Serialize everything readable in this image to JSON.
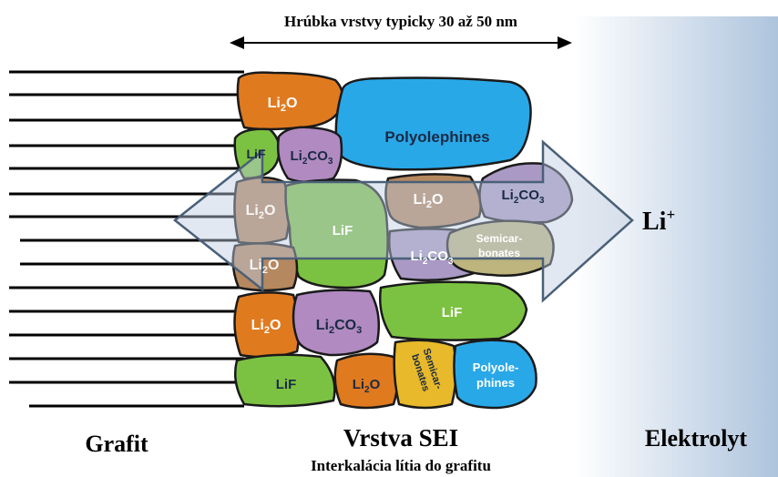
{
  "header": {
    "thickness_label": "Hrúbka vrstvy typicky 30 až 50 nm"
  },
  "regions": {
    "graphite": "Grafit",
    "sei": "Vrstva SEI",
    "electrolyte": "Elektrolyt"
  },
  "caption": "Interkalácia lítia do grafitu",
  "ion_label": {
    "base": "Li",
    "sup": "+"
  },
  "colors": {
    "li2o": "#e07a1f",
    "polyolephines": "#29a8e8",
    "lif": "#7cc242",
    "li2co3": "#b08ac0",
    "semicarbonates": "#e8b92a",
    "outline": "#1a1a1a",
    "electrolyte_gradient_end": "#aec4dd"
  },
  "particles": [
    {
      "id": "li2o-1",
      "base": "Li",
      "sub": "2",
      "tail": "O"
    },
    {
      "id": "polyolephines-1",
      "text": "Polyolephines"
    },
    {
      "id": "lif-1",
      "text": "LiF"
    },
    {
      "id": "li2co3-1",
      "base": "Li",
      "sub": "2",
      "tail": "CO",
      "sub2": "3"
    },
    {
      "id": "li2o-2",
      "base": "Li",
      "sub": "2",
      "tail": "O"
    },
    {
      "id": "lif-2",
      "text": "LiF"
    },
    {
      "id": "li2o-3",
      "base": "Li",
      "sub": "2",
      "tail": "O"
    },
    {
      "id": "li2co3-2",
      "base": "Li",
      "sub": "2",
      "tail": "CO",
      "sub2": "3"
    },
    {
      "id": "li2o-4",
      "base": "Li",
      "sub": "2",
      "tail": "O"
    },
    {
      "id": "li2co3-3",
      "base": "Li",
      "sub": "2",
      "tail": "CO",
      "sub2": "3"
    },
    {
      "id": "semicarbonates-1",
      "line1": "Semicar-",
      "line2": "bonates"
    },
    {
      "id": "li2o-5",
      "base": "Li",
      "sub": "2",
      "tail": "O"
    },
    {
      "id": "li2co3-4",
      "base": "Li",
      "sub": "2",
      "tail": "CO",
      "sub2": "3"
    },
    {
      "id": "lif-3",
      "text": "LiF"
    },
    {
      "id": "lif-4",
      "text": "LiF"
    },
    {
      "id": "li2o-6",
      "base": "Li",
      "sub": "2",
      "tail": "O"
    },
    {
      "id": "semicarbonates-2",
      "line1": "Semicar-",
      "line2": "bonates"
    },
    {
      "id": "polyolephines-2",
      "line1": "Polyole-",
      "line2": "phines"
    }
  ]
}
